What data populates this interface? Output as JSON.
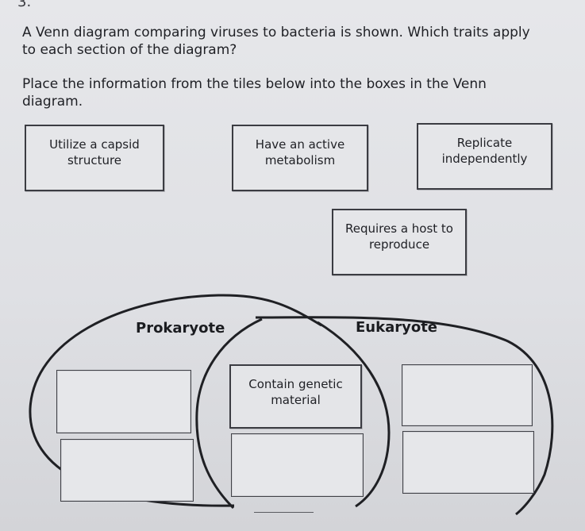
{
  "question": {
    "number": "3.",
    "text": "A Venn diagram comparing viruses to bacteria is shown. Which traits apply to each section of the diagram?",
    "instruction": "Place the information from the tiles below into the boxes in the Venn diagram."
  },
  "tiles": [
    {
      "id": "capsid",
      "label": "Utilize a capsid structure"
    },
    {
      "id": "metabolism",
      "label": "Have an active metabolism"
    },
    {
      "id": "replicate",
      "label": "Replicate independently"
    },
    {
      "id": "host",
      "label": "Requires a host to reproduce"
    }
  ],
  "venn": {
    "left_label": "Prokaryote",
    "right_label": "Eukaryote",
    "overlap_tile": "Contain genetic material",
    "left_boxes": 2,
    "overlap_empty_boxes": 1,
    "right_boxes": 2
  }
}
